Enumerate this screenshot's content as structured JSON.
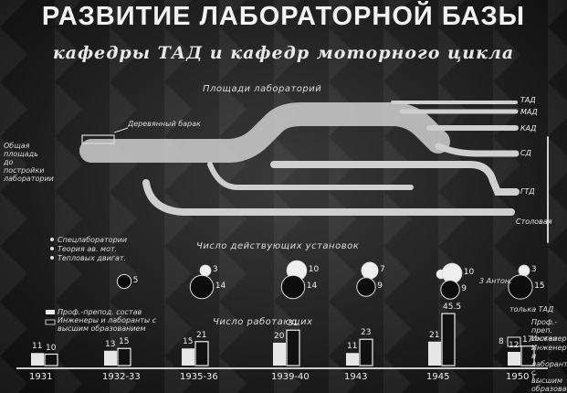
{
  "title": "РАЗВИТИЕ ЛАБОРАТОРНОЙ БАЗЫ",
  "subtitle": "кафедры ТАД и кафедр моторного цикла",
  "areas": {
    "header": "Площади лабораторий",
    "barrack_label": "Деревянный барак",
    "total_area_label": "Общая площадь до постройки лаборатории",
    "branches": [
      "ТАД",
      "МАД",
      "КАД",
      "СД",
      "ГТД",
      "Столовая"
    ]
  },
  "installations": {
    "header": "Число действующих установок",
    "legend": [
      "Спецлаборатории",
      "Теория ав. мот.",
      "Тепловых двигат."
    ]
  },
  "workers": {
    "header": "Число работающих",
    "legend": [
      "Проф.-препод. состав",
      "Инженеры и лаборанты с высшим образованием"
    ]
  },
  "chart_data": {
    "type": "bar",
    "categories": [
      "1931",
      "1932-33",
      "1935-36",
      "1939-40",
      "1943",
      "1945",
      "1950 г."
    ],
    "installations_circles": [
      {
        "values": []
      },
      {
        "values": [
          5
        ]
      },
      {
        "values": [
          3,
          14
        ]
      },
      {
        "values": [
          10,
          14
        ]
      },
      {
        "values": [
          7,
          9
        ]
      },
      {
        "values": [
          2,
          10,
          9
        ]
      },
      {
        "values": [
          3,
          15
        ]
      }
    ],
    "installations_note_1950": "3 Антон.",
    "series": [
      {
        "name": "Проф.-препод. состав",
        "values": [
          11,
          13,
          15,
          20,
          11,
          21,
          12
        ]
      },
      {
        "name": "Инженеры и лаборанты с высшим образованием",
        "values": [
          10,
          15,
          21,
          31,
          23,
          45.5,
          17
        ]
      }
    ],
    "extra_1950": {
      "value": 8,
      "label": "толька ТАД"
    },
    "notes_1950": [
      "Проф.-преп. состав",
      "Инженеры",
      "Инженеры и лаборанты с высшим образованием"
    ]
  }
}
